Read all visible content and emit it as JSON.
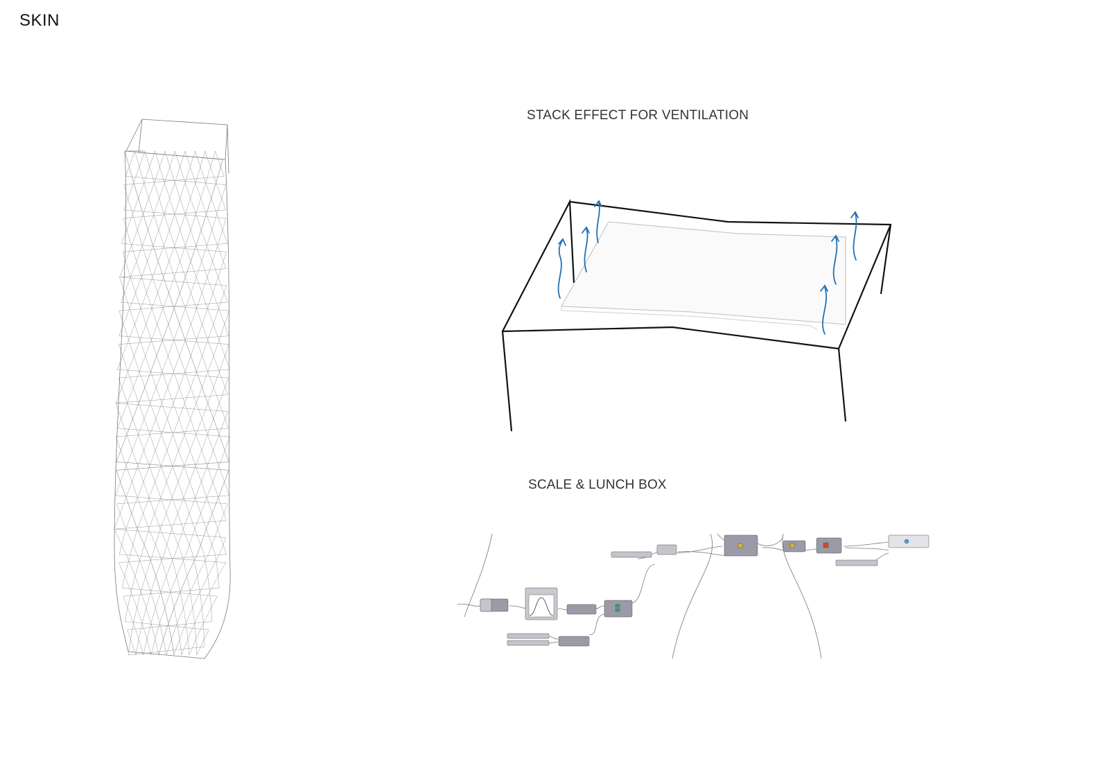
{
  "page": {
    "title": "SKIN"
  },
  "sections": {
    "stack_effect": {
      "title": "STACK EFFECT FOR VENTILATION"
    },
    "scale_lunchbox": {
      "title": "SCALE & LUNCH BOX"
    }
  },
  "figures": {
    "tower": {
      "icon": "twisted-diagrid-tower-wireframe"
    },
    "stack": {
      "icon": "roof-section-airflow",
      "arrow_count": 6,
      "arrow_color": "#1f6fb2"
    },
    "grasshopper": {
      "icon": "grasshopper-definition",
      "node_color": "#9a9ba6"
    }
  }
}
